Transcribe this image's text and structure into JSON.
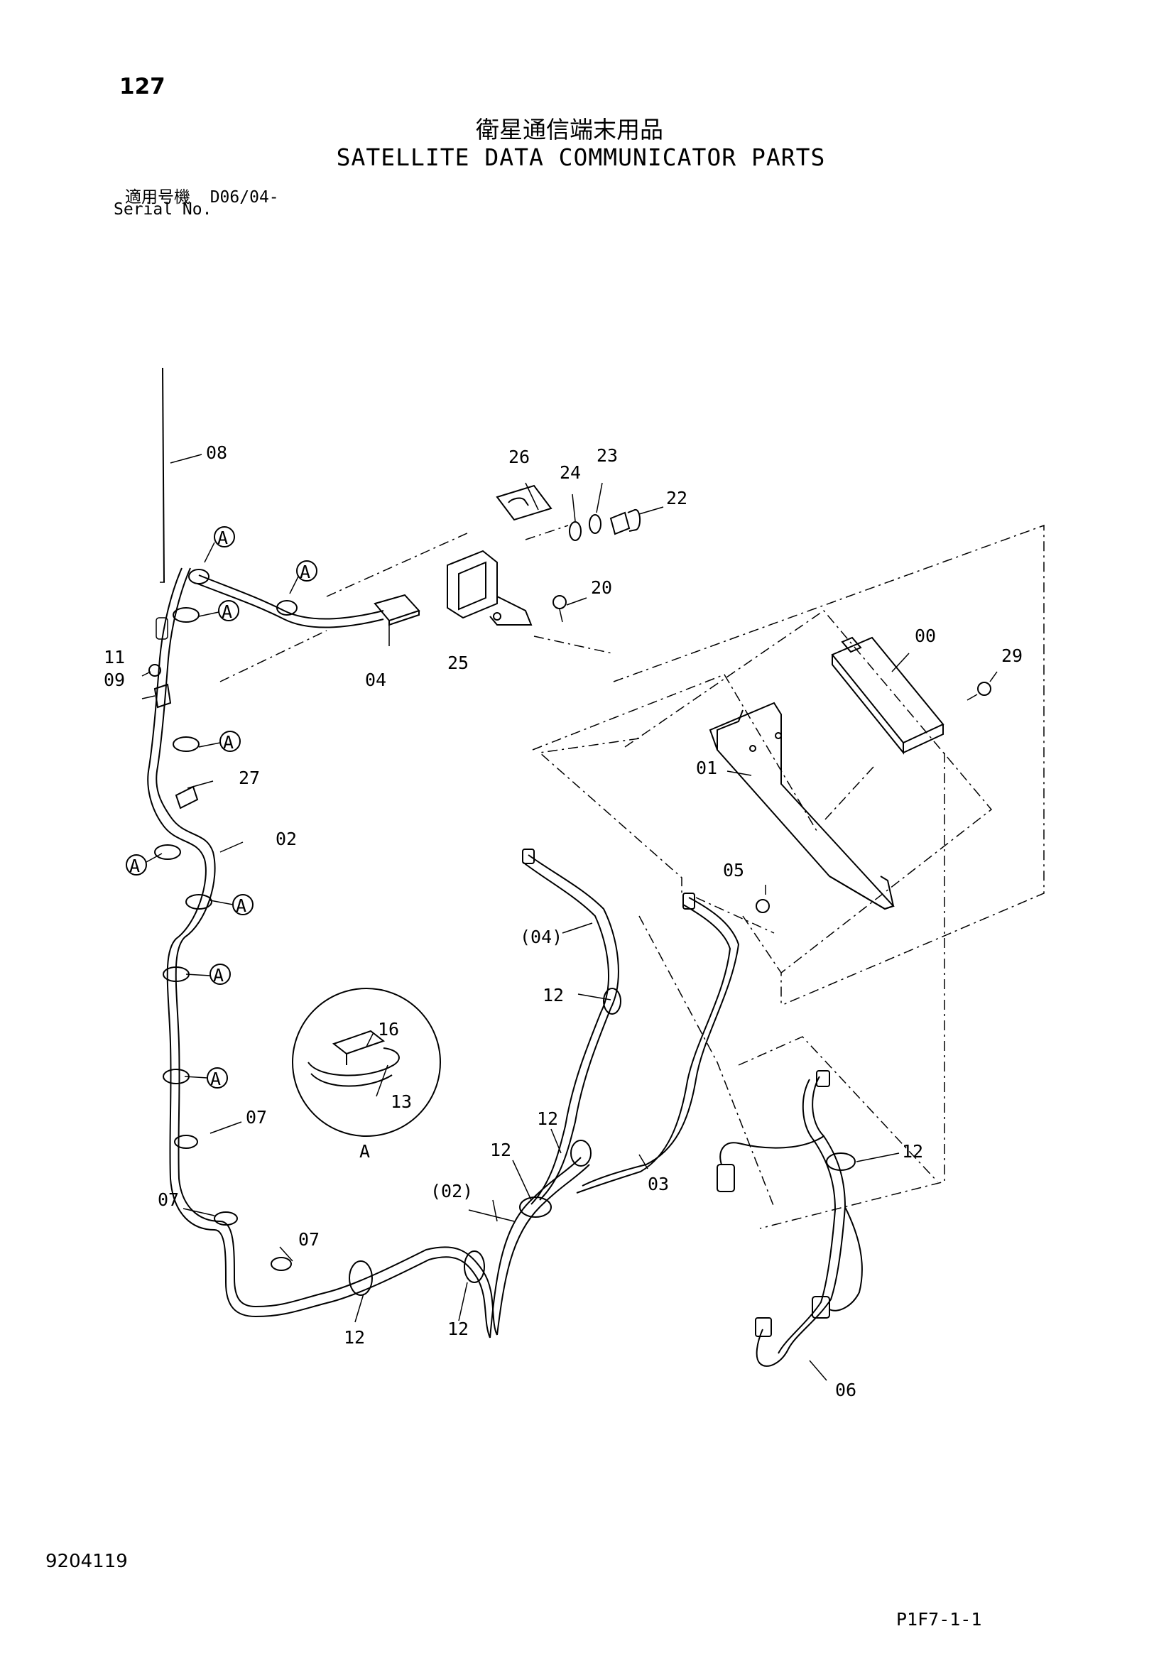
{
  "page_number": "127",
  "title_ja": "衛星通信端末用品",
  "title_en": "SATELLITE DATA COMMUNICATOR PARTS",
  "serial_label_ja": "適用号機",
  "serial_value": "D06/04-",
  "serial_label_en": "Serial No.",
  "doc_code": "9204119",
  "page_ref": "P1F7-1-1",
  "detail_view_label": "A",
  "detail_marker": "A",
  "callouts": [
    {
      "label": "08"
    },
    {
      "label": "26"
    },
    {
      "label": "24"
    },
    {
      "label": "23"
    },
    {
      "label": "22"
    },
    {
      "label": "20"
    },
    {
      "label": "25"
    },
    {
      "label": "04"
    },
    {
      "label": "11"
    },
    {
      "label": "09"
    },
    {
      "label": "00"
    },
    {
      "label": "29"
    },
    {
      "label": "01"
    },
    {
      "label": "27"
    },
    {
      "label": "02"
    },
    {
      "label": "05"
    },
    {
      "label": "(04)"
    },
    {
      "label": "12"
    },
    {
      "label": "16"
    },
    {
      "label": "13"
    },
    {
      "label": "07"
    },
    {
      "label": "12"
    },
    {
      "label": "12"
    },
    {
      "label": "12"
    },
    {
      "label": "(02)"
    },
    {
      "label": "03"
    },
    {
      "label": "07"
    },
    {
      "label": "07"
    },
    {
      "label": "12"
    },
    {
      "label": "12"
    },
    {
      "label": "06"
    }
  ]
}
